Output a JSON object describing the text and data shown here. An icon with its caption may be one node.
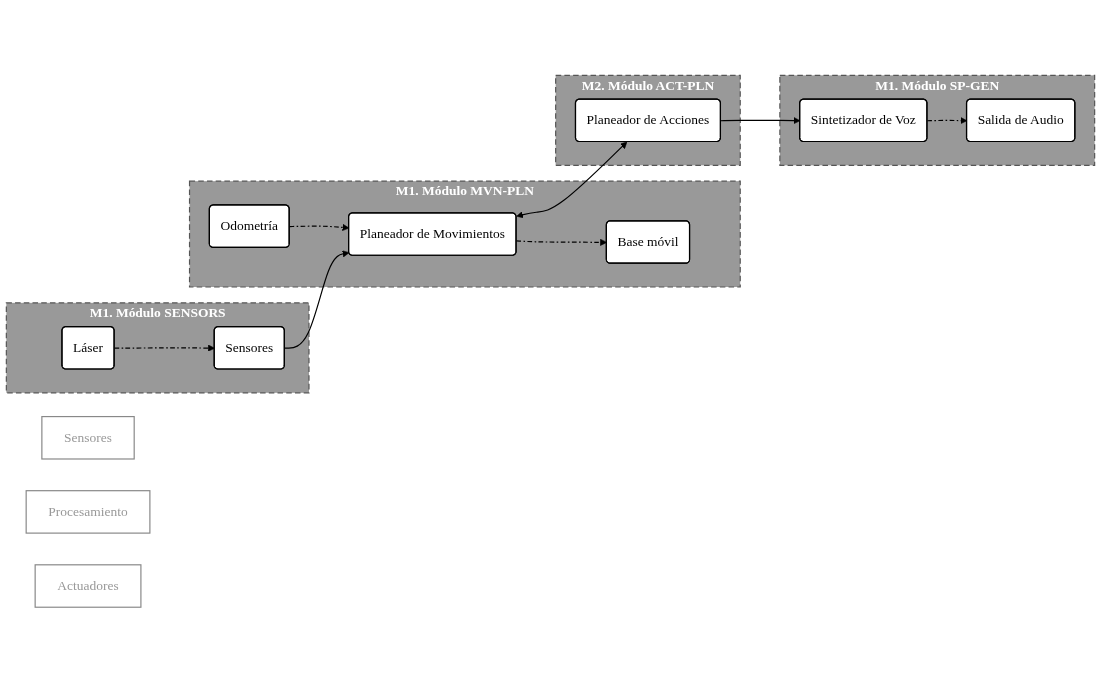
{
  "diagram": {
    "nodes": [
      {
        "text": [
          "Sensores"
        ]
      },
      {
        "text": [
          "Procesamiento"
        ]
      },
      {
        "text": [
          "Actuadores"
        ]
      },
      {
        "text": [
          "M1. Módulo MVN-PLN"
        ]
      },
      {
        "text": [
          "Odometría"
        ],
        "in": 3
      },
      {
        "text": [
          "Planeador de Movimientos"
        ],
        "in": 3
      },
      {
        "text": [
          "Base móvil"
        ],
        "in": 3
      },
      {
        "text": [
          "M1. Módulo SENSORS"
        ]
      },
      {
        "text": [
          "Láser"
        ],
        "in": 7
      },
      {
        "text": [
          "Sensores"
        ],
        "in": 7
      },
      {
        "text": [
          "M2. Módulo ACT-PLN"
        ]
      },
      {
        "text": [
          "Planeador de Acciones"
        ],
        "in": 10
      },
      {
        "text": [
          "M1. Módulo SP-GEN"
        ]
      },
      {
        "text": [
          "Sintetizador de Voz"
        ],
        "in": 12
      },
      {
        "text": [
          "Salida de Audio"
        ],
        "in": 12
      }
    ],
    "edges": [
      {
        "from": 4,
        "to": 5,
        "arrow": "to",
        "style": "dashed"
      },
      {
        "from": 8,
        "to": 9,
        "arrow": "to",
        "style": "dashed"
      },
      {
        "from": 9,
        "to": 5,
        "arrow": "to"
      },
      {
        "from": 5,
        "to": 11,
        "arrow": "both"
      },
      {
        "from": 11,
        "to": 13,
        "arrow": "to"
      },
      {
        "from": 13,
        "to": 14,
        "arrow": "to",
        "style": "dashed"
      },
      {
        "from": 5,
        "to": 6,
        "arrow": "to",
        "style": "dashed"
      }
    ]
  }
}
